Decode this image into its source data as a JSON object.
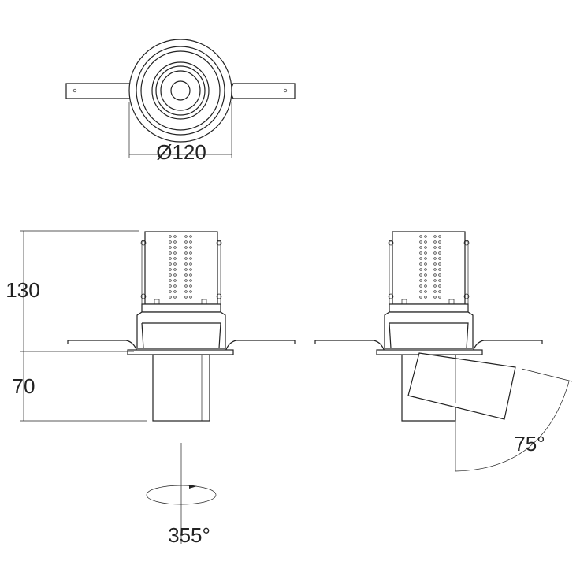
{
  "dimensions": {
    "diameter": "Ø120",
    "height_total": "130",
    "height_trim": "70",
    "rotation": "355°",
    "tilt": "75°"
  },
  "colors": {
    "line": "#222222",
    "background": "#ffffff"
  }
}
